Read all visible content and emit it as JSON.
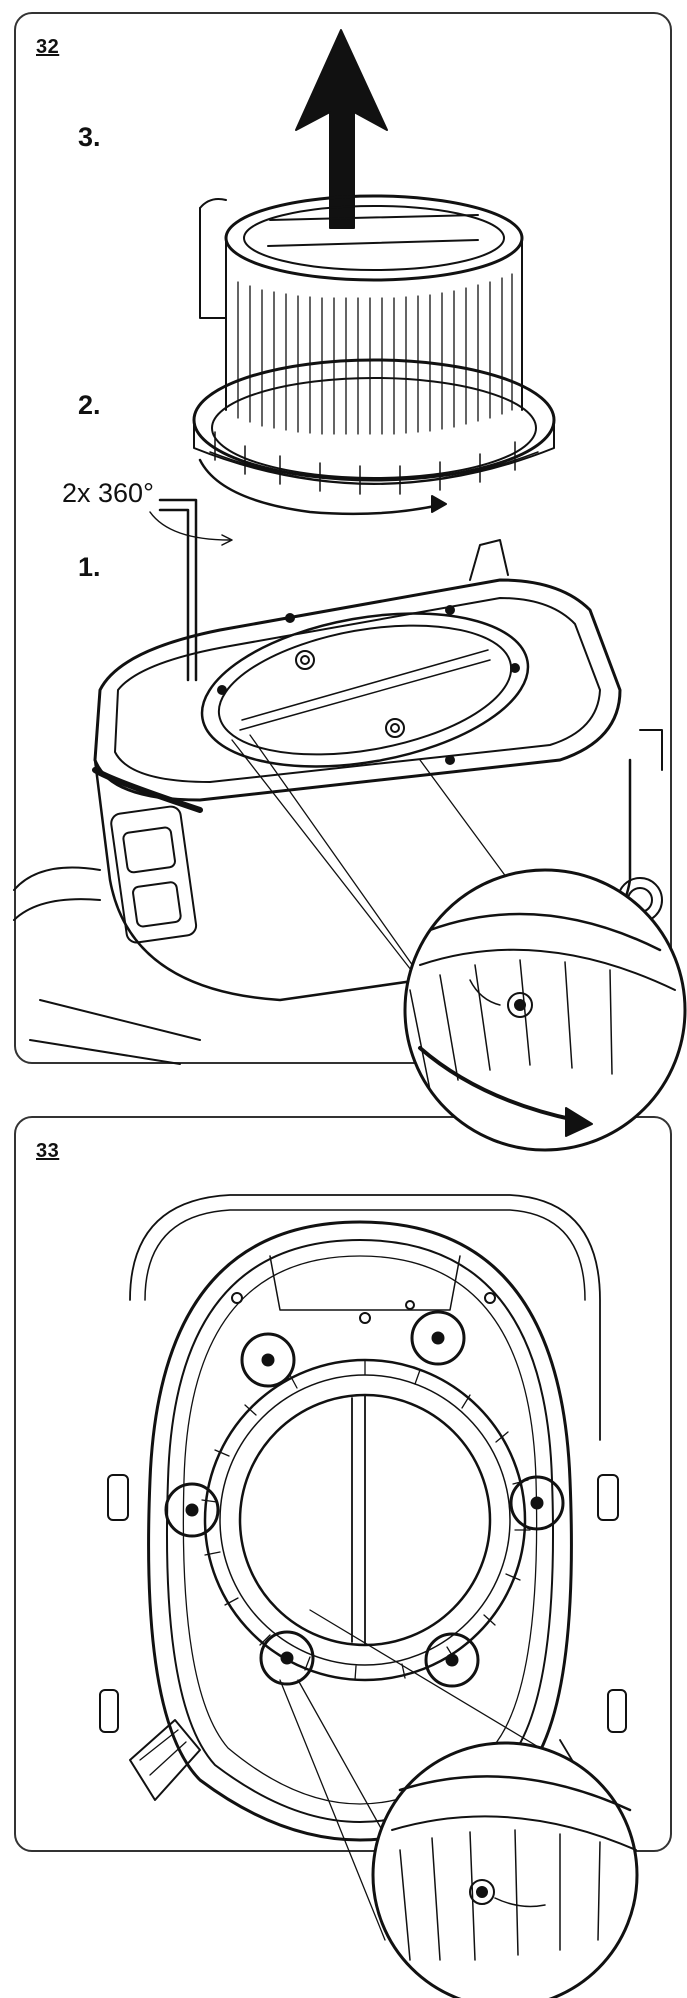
{
  "figures": [
    {
      "number": "32",
      "steps": [
        "3.",
        "2.",
        "1."
      ],
      "rotation_label": "2x 360°",
      "zoom_step": "2."
    },
    {
      "number": "33"
    }
  ],
  "colors": {
    "line": "#111111",
    "border": "#333333",
    "background": "#ffffff"
  }
}
